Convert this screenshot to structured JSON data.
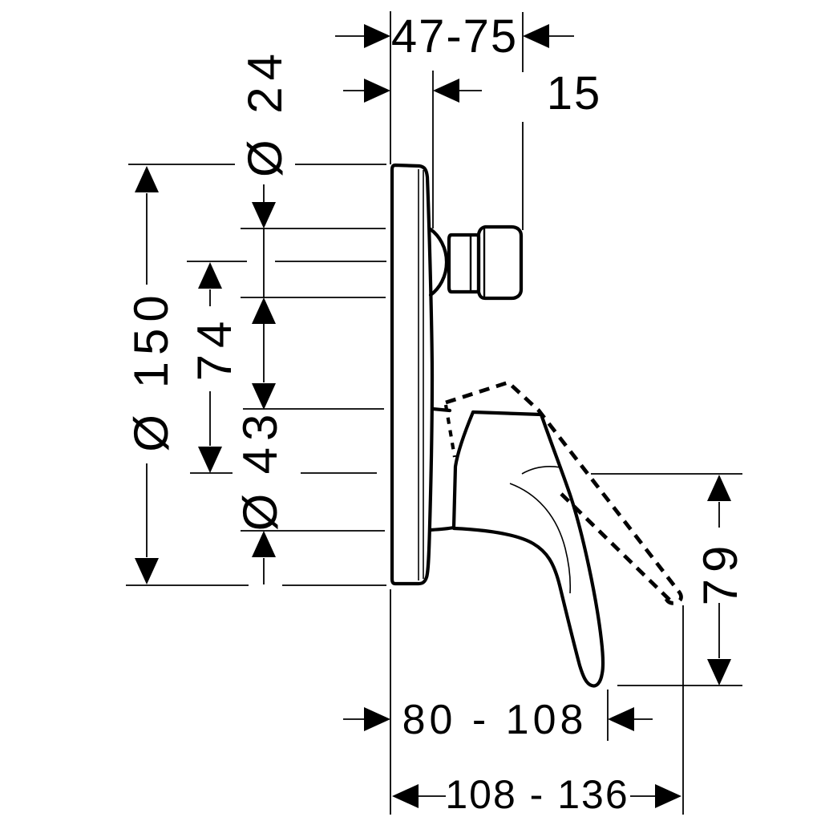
{
  "page": {
    "background": "#ffffff",
    "line_color": "#000000"
  },
  "drawing": {
    "dimensions": {
      "install_depth_range": "47-75",
      "plate_thickness": "15",
      "sleeve_diameter": "Ø 24",
      "plate_diameter": "Ø 150",
      "sleeve_to_pivot": "74",
      "base_diameter_symbol": "Ø",
      "base_diameter": "43",
      "lever_swing_height": "79",
      "lever_reach_down": "80 - 108",
      "lever_reach_up": "108 - 136"
    }
  }
}
